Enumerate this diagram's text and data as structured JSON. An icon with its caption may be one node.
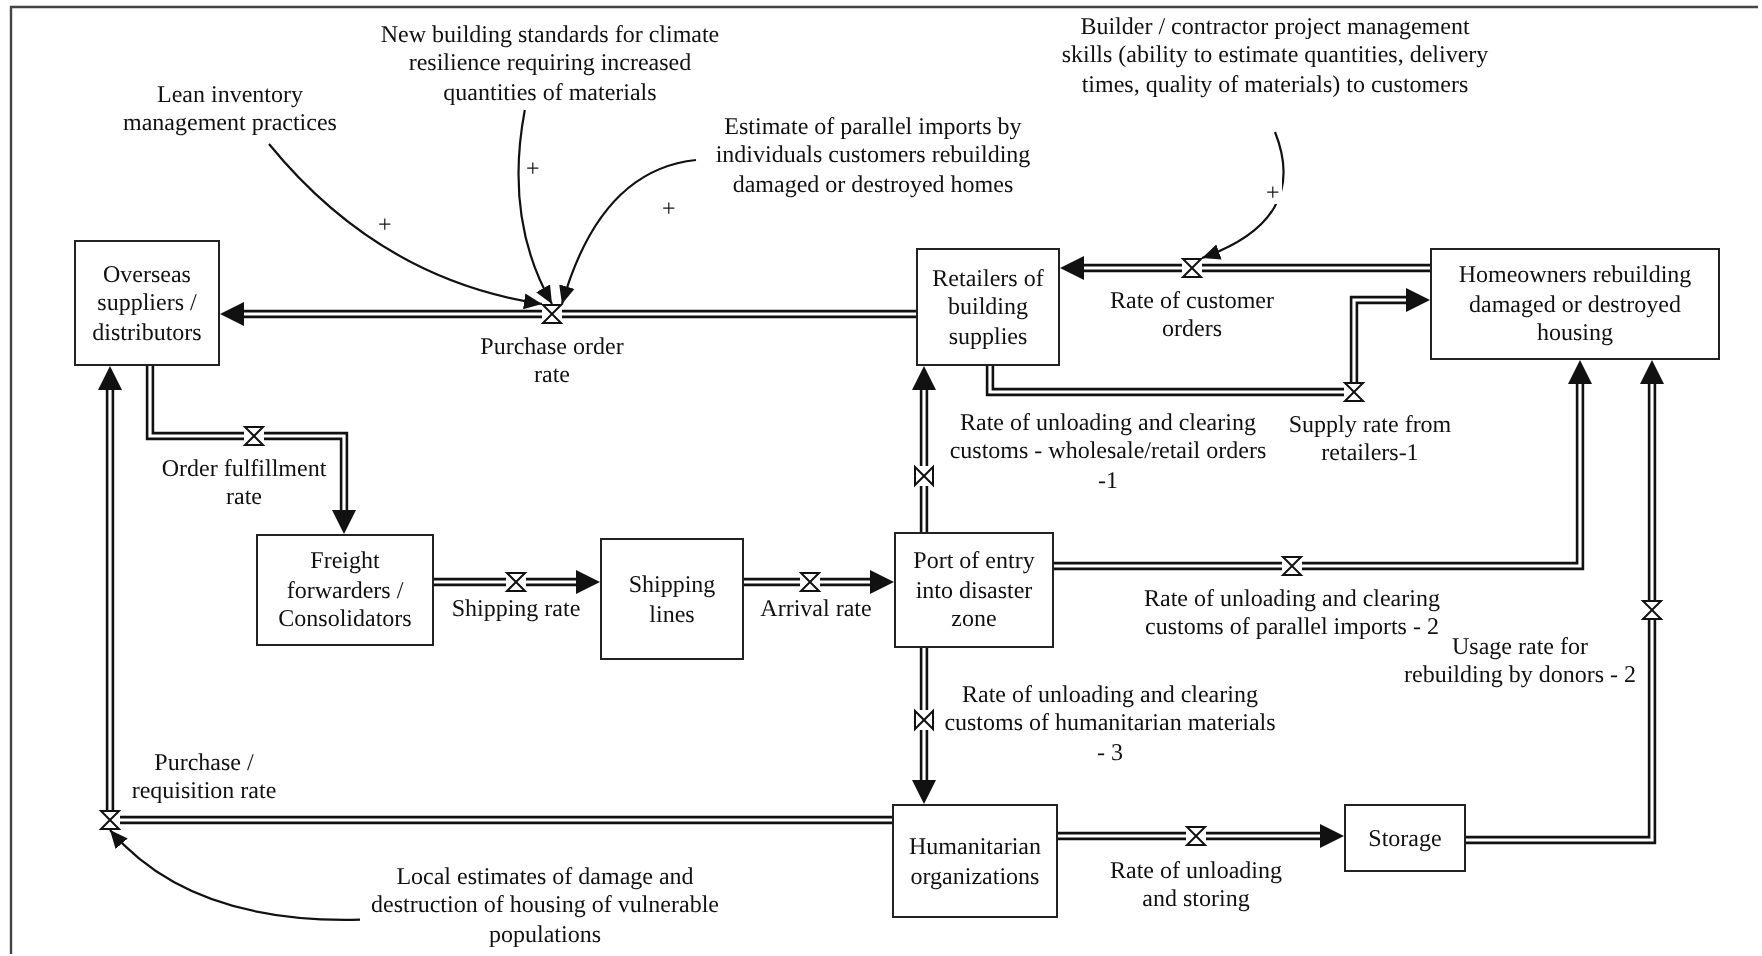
{
  "diagram": {
    "nodes": [
      {
        "text": [
          "Overseas suppliers / distributors"
        ]
      },
      {
        "text": [
          "Retailers of building supplies"
        ]
      },
      {
        "text": [
          "Homeowners rebuilding damaged or destroyed housing"
        ]
      },
      {
        "text": [
          "Freight forwarders / Consolidators"
        ]
      },
      {
        "text": [
          "Shipping lines"
        ]
      },
      {
        "text": [
          "Port of entry into disaster zone"
        ]
      },
      {
        "text": [
          "Humanitarian organizations"
        ]
      },
      {
        "text": [
          "Storage"
        ]
      },
      {
        "text": [
          "Lean inventory management practices"
        ]
      },
      {
        "text": [
          "New building standards for climate resilience requiring increased quantities of materials"
        ]
      },
      {
        "text": [
          "Estimate of parallel imports by individuals customers rebuilding damaged or destroyed homes"
        ]
      },
      {
        "text": [
          "Builder / contractor project management skills (ability to estimate quantities, delivery times, quality of materials) to customers"
        ]
      },
      {
        "text": [
          "Local estimates of damage and destruction of housing of vulnerable populations"
        ]
      },
      {
        "text": [],
        "shape": "valve",
        "beside": [
          "Purchase order rate"
        ]
      },
      {
        "text": [],
        "shape": "valve",
        "beside": [
          "Rate of customer orders"
        ]
      },
      {
        "text": [],
        "shape": "valve",
        "beside": [
          "Supply rate from retailers-1"
        ]
      },
      {
        "text": [],
        "shape": "valve",
        "beside": [
          "Order fulfillment rate"
        ]
      },
      {
        "text": [],
        "shape": "valve",
        "beside": [
          "Shipping rate"
        ]
      },
      {
        "text": [],
        "shape": "valve",
        "beside": [
          "Arrival rate"
        ]
      },
      {
        "text": [],
        "shape": "valve",
        "beside": [
          "Rate of unloading and clearing customs - wholesale/retail orders -1"
        ]
      },
      {
        "text": [],
        "shape": "valve",
        "beside": [
          "Rate of unloading and clearing customs of parallel imports - 2"
        ]
      },
      {
        "text": [],
        "shape": "valve",
        "beside": [
          "Rate of unloading and clearing customs of humanitarian materials - 3"
        ]
      },
      {
        "text": [],
        "shape": "valve",
        "beside": [
          "Rate of unloading and storing"
        ]
      },
      {
        "text": [],
        "shape": "valve",
        "beside": [
          "Usage rate for rebuilding by donors - 2"
        ]
      },
      {
        "text": [],
        "shape": "valve",
        "beside": [
          "Purchase / requisition rate"
        ]
      }
    ],
    "edges": [
      {
        "from": 1,
        "to": 13,
        "arrow": "none"
      },
      {
        "from": 13,
        "to": 0,
        "arrow": "to"
      },
      {
        "from": 0,
        "to": 16,
        "arrow": "none"
      },
      {
        "from": 16,
        "to": 3,
        "arrow": "to"
      },
      {
        "from": 3,
        "to": 17,
        "arrow": "none"
      },
      {
        "from": 17,
        "to": 4,
        "arrow": "to"
      },
      {
        "from": 4,
        "to": 18,
        "arrow": "none"
      },
      {
        "from": 18,
        "to": 5,
        "arrow": "to"
      },
      {
        "from": 5,
        "to": 19,
        "arrow": "none"
      },
      {
        "from": 19,
        "to": 1,
        "arrow": "to"
      },
      {
        "from": 5,
        "to": 20,
        "arrow": "none"
      },
      {
        "from": 20,
        "to": 2,
        "arrow": "to"
      },
      {
        "from": 5,
        "to": 21,
        "arrow": "none"
      },
      {
        "from": 21,
        "to": 6,
        "arrow": "to"
      },
      {
        "from": 6,
        "to": 22,
        "arrow": "none"
      },
      {
        "from": 22,
        "to": 7,
        "arrow": "to"
      },
      {
        "from": 7,
        "to": 23,
        "arrow": "none"
      },
      {
        "from": 23,
        "to": 2,
        "arrow": "to"
      },
      {
        "from": 2,
        "to": 14,
        "arrow": "none"
      },
      {
        "from": 14,
        "to": 1,
        "arrow": "to"
      },
      {
        "from": 1,
        "to": 15,
        "arrow": "none"
      },
      {
        "from": 15,
        "to": 2,
        "arrow": "to"
      },
      {
        "from": 6,
        "to": 24,
        "arrow": "none"
      },
      {
        "from": 24,
        "to": 0,
        "arrow": "to"
      },
      {
        "from": 8,
        "to": 13,
        "arrow": "to",
        "label": "+"
      },
      {
        "from": 9,
        "to": 13,
        "arrow": "to",
        "label": "+"
      },
      {
        "from": 10,
        "to": 13,
        "arrow": "to",
        "label": "+"
      },
      {
        "from": 11,
        "to": 14,
        "arrow": "to",
        "label": "+"
      },
      {
        "from": 12,
        "to": 24,
        "arrow": "to"
      }
    ]
  }
}
